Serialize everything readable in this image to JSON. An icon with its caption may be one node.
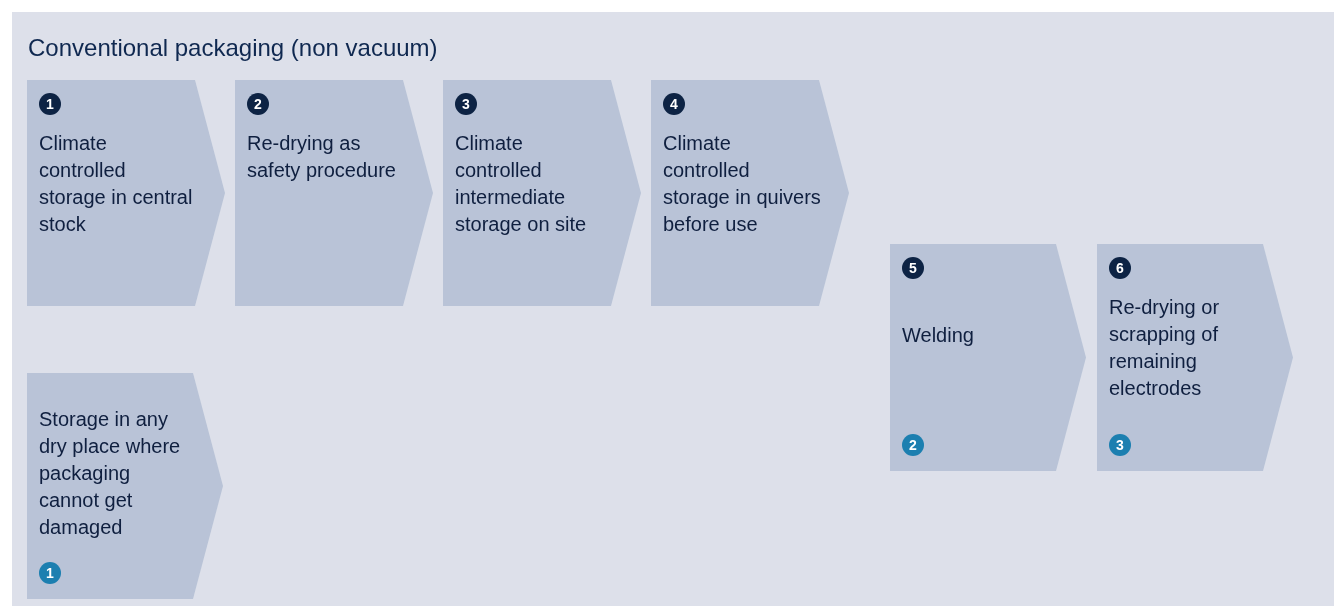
{
  "diagram": {
    "title": "Conventional packaging (non vacuum)",
    "nodes": [
      {
        "text": [
          "1",
          "Climate controlled storage in central stock"
        ]
      },
      {
        "text": [
          "2",
          "Re-drying as safety procedure"
        ]
      },
      {
        "text": [
          "3",
          "Climate controlled intermediate storage on site"
        ]
      },
      {
        "text": [
          "4",
          "Climate controlled storage in quivers before use"
        ]
      },
      {
        "text": [
          "5",
          "Welding",
          "2"
        ]
      },
      {
        "text": [
          "6",
          "Re-drying or scrapping of remaining electrodes",
          "3"
        ]
      },
      {
        "text": [
          "Storage in any dry place where packaging cannot get damaged",
          "1"
        ]
      }
    ],
    "edges": []
  }
}
